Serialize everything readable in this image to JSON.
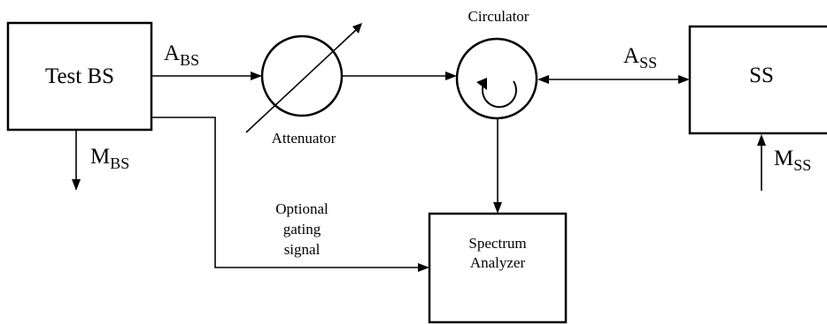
{
  "blocks": {
    "test_bs": "Test BS",
    "ss": "SS",
    "spectrum_line1": "Spectrum",
    "spectrum_line2": "Analyzer",
    "attenuator": "Attenuator",
    "circulator": "Circulator"
  },
  "signals": {
    "a_bs": {
      "main": "A",
      "sub": "BS"
    },
    "a_ss": {
      "main": "A",
      "sub": "SS"
    },
    "m_bs": {
      "main": "M",
      "sub": "BS"
    },
    "m_ss": {
      "main": "M",
      "sub": "SS"
    }
  },
  "gating": {
    "line1": "Optional",
    "line2": "gating",
    "line3": "signal"
  }
}
